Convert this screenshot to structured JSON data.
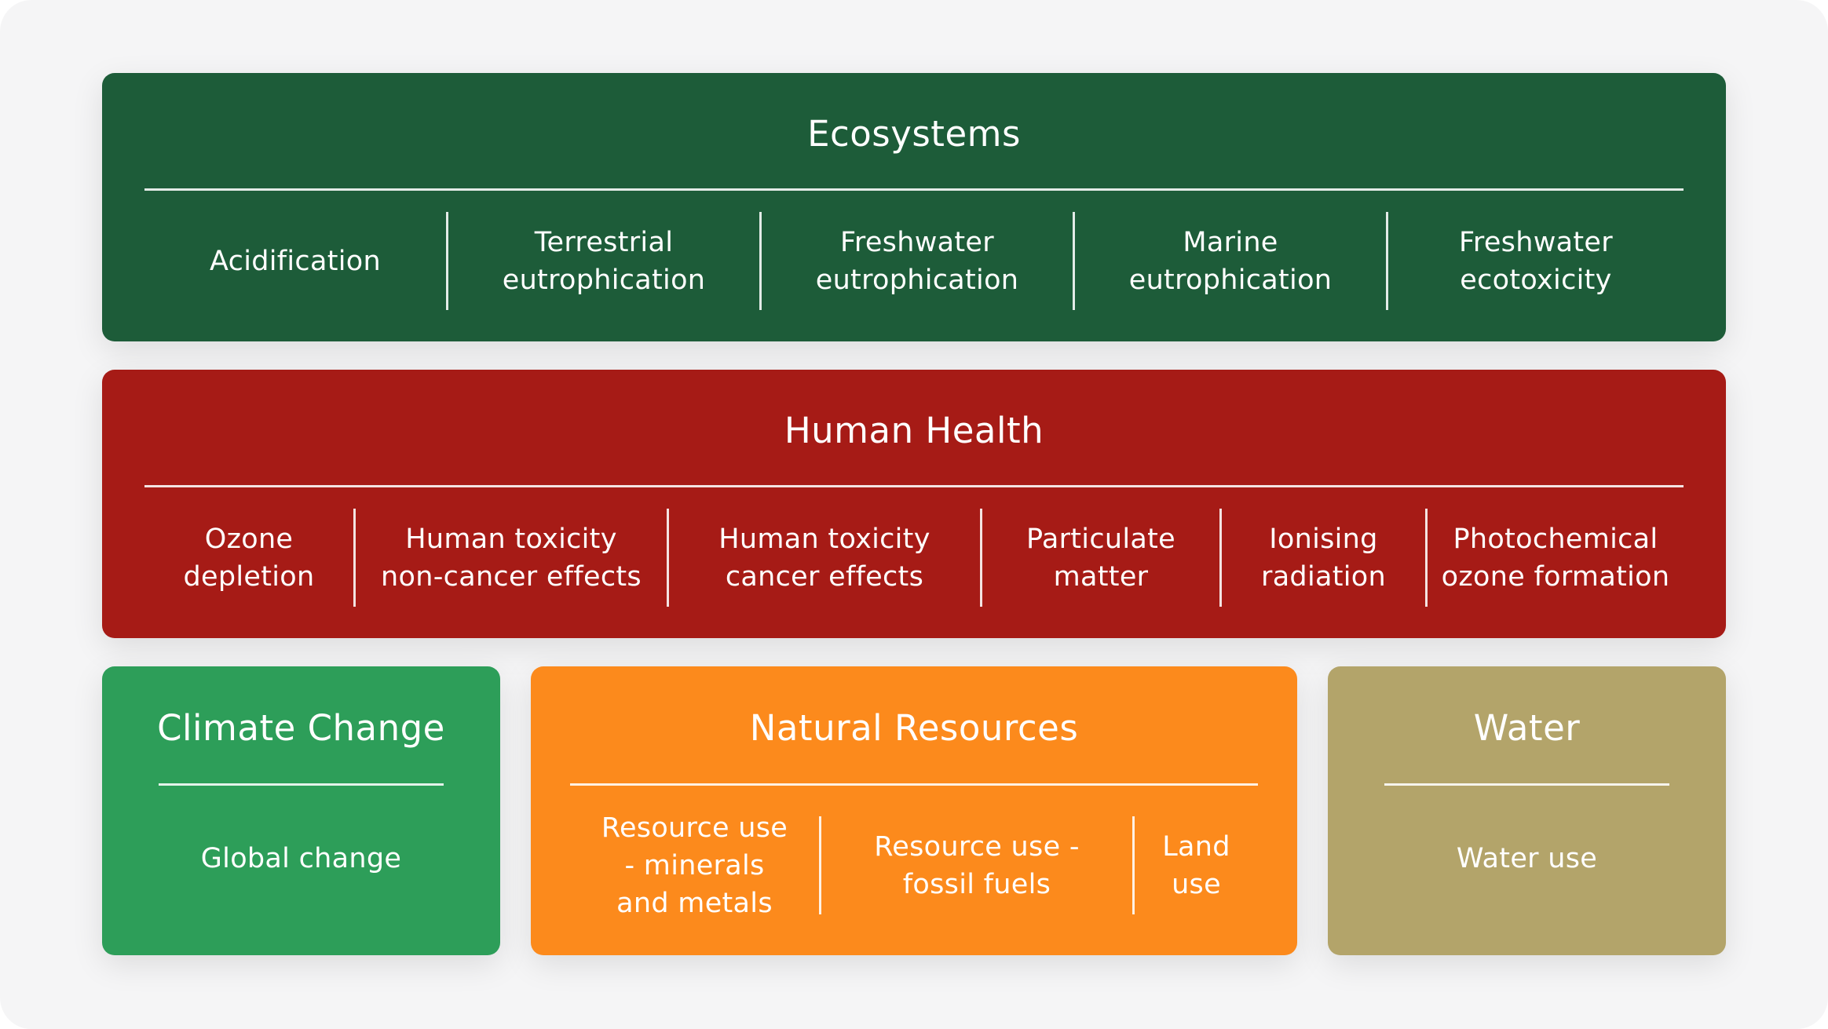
{
  "categories": {
    "ecosystems": {
      "title": "Ecosystems",
      "color": "#1d5c39",
      "items": [
        "Acidification",
        "Terrestrial\neutrophication",
        "Freshwater\neutrophication",
        "Marine\neutrophication",
        "Freshwater\necotoxicity"
      ]
    },
    "human_health": {
      "title": "Human Health",
      "color": "#a61b16",
      "items": [
        "Ozone\ndepletion",
        "Human toxicity\nnon-cancer effects",
        "Human toxicity\ncancer effects",
        "Particulate\nmatter",
        "Ionising\nradiation",
        "Photochemical\nozone formation"
      ]
    },
    "climate_change": {
      "title": "Climate Change",
      "color": "#2d9e59",
      "items": [
        "Global change"
      ]
    },
    "natural_resources": {
      "title": "Natural Resources",
      "color": "#fc8a1c",
      "items": [
        "Resource use\n- minerals\nand metals",
        "Resource use -\nfossil fuels",
        "Land use"
      ]
    },
    "water": {
      "title": "Water",
      "color": "#b3a46a",
      "items": [
        "Water use"
      ]
    }
  }
}
